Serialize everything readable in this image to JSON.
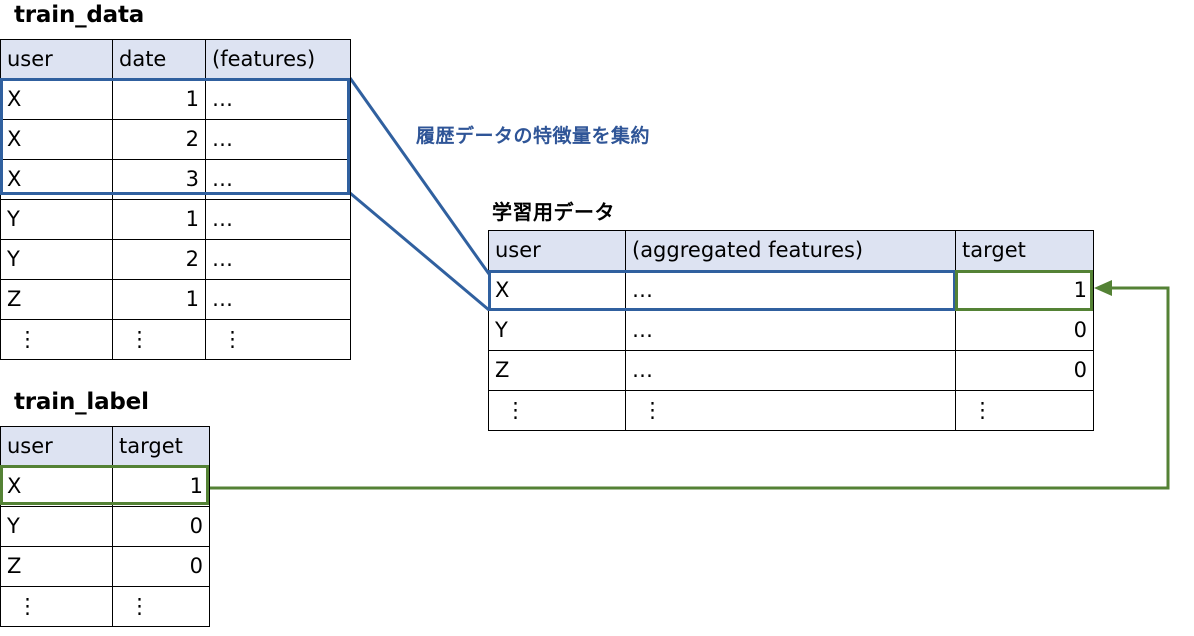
{
  "diagram": {
    "annotation": "履歴データの特徴量を集約",
    "annotation_color": "#2f5597",
    "highlight_blue": "#30609f",
    "highlight_green": "#548235",
    "header_fill": "#dde3f2",
    "ellipsis_h": "…",
    "ellipsis_v": "⋮"
  },
  "train_data": {
    "title": "train_data",
    "columns": [
      "user",
      "date",
      "(features)"
    ],
    "rows": [
      {
        "user": "X",
        "date": "1",
        "features": "…"
      },
      {
        "user": "X",
        "date": "2",
        "features": "…"
      },
      {
        "user": "X",
        "date": "3",
        "features": "…"
      },
      {
        "user": "Y",
        "date": "1",
        "features": "…"
      },
      {
        "user": "Y",
        "date": "2",
        "features": "…"
      },
      {
        "user": "Z",
        "date": "1",
        "features": "…"
      },
      {
        "user": "⋮",
        "date": "⋮",
        "features": "⋮"
      }
    ]
  },
  "train_label": {
    "title": "train_label",
    "columns": [
      "user",
      "target"
    ],
    "rows": [
      {
        "user": "X",
        "target": "1"
      },
      {
        "user": "Y",
        "target": "0"
      },
      {
        "user": "Z",
        "target": "0"
      },
      {
        "user": "⋮",
        "target": "⋮"
      }
    ]
  },
  "training_set": {
    "title": "学習用データ",
    "columns": [
      "user",
      "(aggregated features)",
      "target"
    ],
    "rows": [
      {
        "user": "X",
        "features": "…",
        "target": "1"
      },
      {
        "user": "Y",
        "features": "…",
        "target": "0"
      },
      {
        "user": "Z",
        "features": "…",
        "target": "0"
      },
      {
        "user": "⋮",
        "features": "⋮",
        "target": "⋮"
      }
    ]
  }
}
